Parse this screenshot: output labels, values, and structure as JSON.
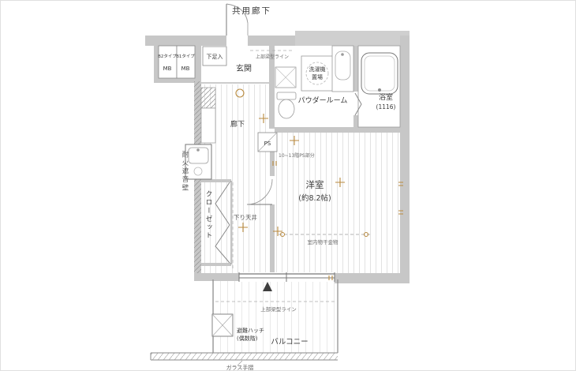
{
  "colors": {
    "wall": "#c7c7c7",
    "wall_block": "#cfcfcf",
    "floor_stripe": "#e2e2e2",
    "accent_orange": "#b98a3e",
    "line": "#777777",
    "text": "#3a3a3a"
  },
  "labels": {
    "common_corridor": "共用廊下",
    "mb_left_type": "B2タイプ",
    "mb_left_name": "MB",
    "mb_right_type": "B1タイプ",
    "mb_right_name": "MB",
    "shoe_box": "下足入",
    "entrance": "玄関",
    "powder_room": "パウダールーム",
    "washer_line1": "洗濯機",
    "washer_line2": "置場",
    "bath": "浴室",
    "bath_size": "(1116)",
    "hallway": "廊下",
    "ps": "PS",
    "ps_note": "10~13階PS部分",
    "beam_top": "上部梁型ライン",
    "room": "洋室",
    "room_size": "(約8.2帖)",
    "closet": "クローゼット",
    "fire_wall": "耐火遮音壁",
    "lowered_ceiling": "下り天井",
    "laundry_fitting": "室内物干金物",
    "beam_balcony": "上部梁型ライン",
    "escape_hatch": "避難ハッチ",
    "escape_hatch_note": "(偶数階)",
    "balcony": "バルコニー",
    "glass_rail": "ガラス手摺"
  }
}
